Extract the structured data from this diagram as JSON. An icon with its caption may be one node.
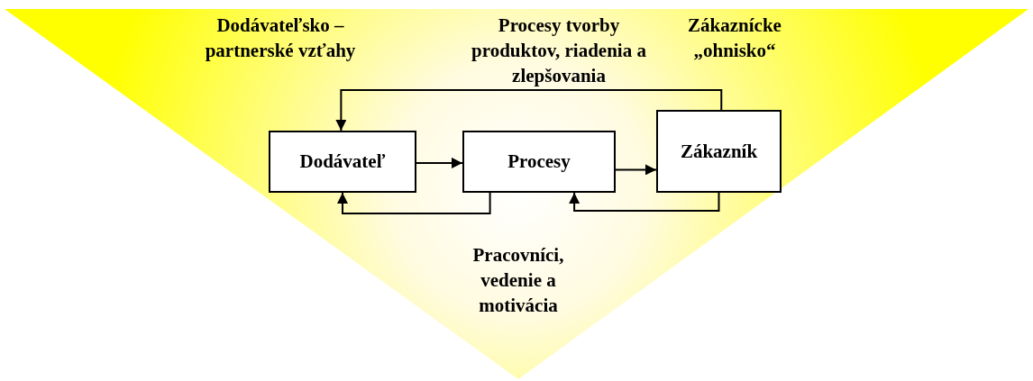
{
  "diagram": {
    "nodes": [
      {
        "text": [
          "Dodávateľ"
        ]
      },
      {
        "text": [
          "Procesy"
        ]
      },
      {
        "text": [
          "Zákazník"
        ]
      }
    ],
    "edges": [
      {
        "from": 0,
        "to": 1,
        "arrow": "to"
      },
      {
        "from": 1,
        "to": 2,
        "arrow": "to"
      },
      {
        "from": 2,
        "to": 0,
        "arrow": "to"
      },
      {
        "from": 1,
        "to": 0,
        "arrow": "to"
      },
      {
        "from": 2,
        "to": 1,
        "arrow": "to"
      }
    ],
    "labels": [
      "Dodávateľsko – partnerské vzťahy",
      "Procesy tvorby produktov, riadenia a zlepšovania",
      "Zákaznícke „ohnisko“",
      "Pracovníci, vedenie a motivácia"
    ]
  }
}
